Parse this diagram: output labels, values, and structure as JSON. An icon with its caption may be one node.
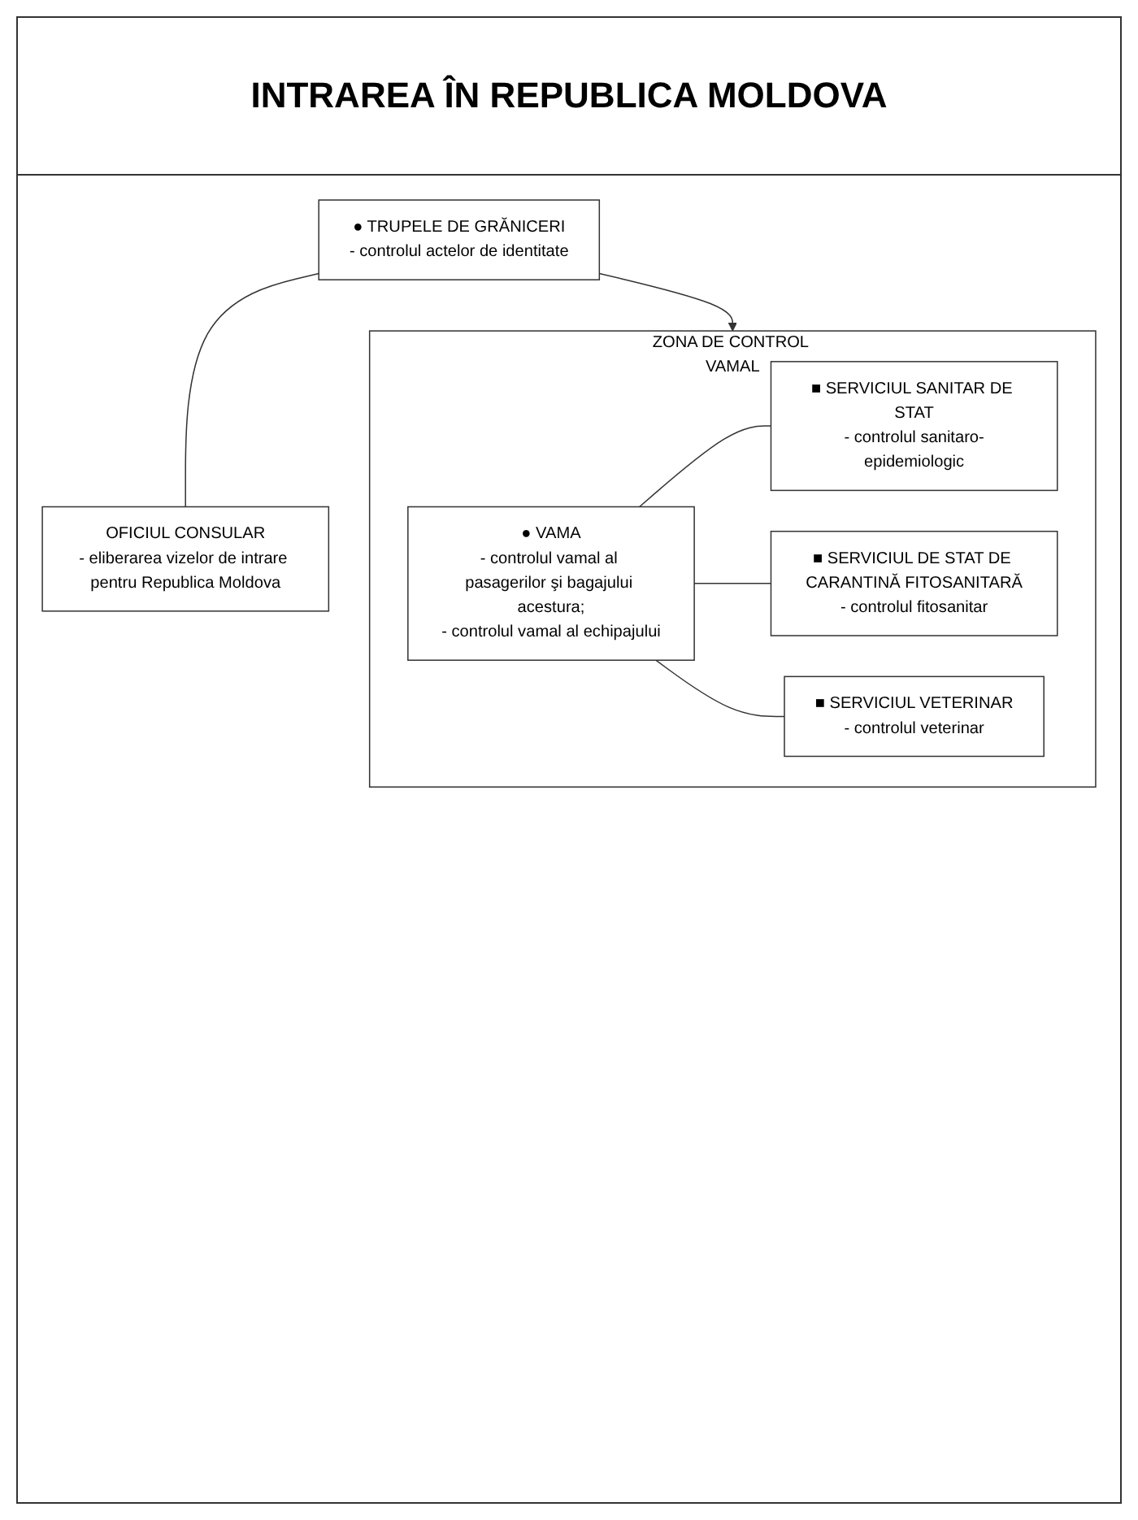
{
  "diagram": {
    "title": "INTRAREA ÎN REPUBLICA MOLDOVA",
    "nodes": [
      {
        "text": [
          "● TRUPELE DE GRĂNICERI",
          "- controlul actelor de identitate"
        ]
      },
      {
        "text": [
          "OFICIUL CONSULAR",
          "- eliberarea vizelor de intrare pentru Republica Moldova"
        ]
      },
      {
        "text": [
          "ZONA DE CONTROL VAMAL"
        ]
      },
      {
        "text": [
          "● VAMA",
          "- controlul vamal al pasagerilor şi bagajului acestura;",
          "- controlul vamal al echipajului"
        ],
        "in": 2
      },
      {
        "text": [
          "■ SERVICIUL SANITAR DE STAT",
          "- controlul sanitaro-epidemiologic"
        ],
        "in": 2
      },
      {
        "text": [
          "■ SERVICIUL DE STAT DE CARANTINĂ FITOSANITARĂ",
          "- controlul fitosanitar"
        ],
        "in": 2
      },
      {
        "text": [
          "■ SERVICIUL VETERINAR",
          "- controlul veterinar"
        ],
        "in": 2
      }
    ],
    "edges": [
      {
        "from": 0,
        "to": 1,
        "arrow": "none"
      },
      {
        "from": 0,
        "to": 2,
        "arrow": "to"
      },
      {
        "from": 3,
        "to": 4,
        "arrow": "none"
      },
      {
        "from": 3,
        "to": 5,
        "arrow": "none"
      },
      {
        "from": 3,
        "to": 6,
        "arrow": "none"
      }
    ]
  }
}
